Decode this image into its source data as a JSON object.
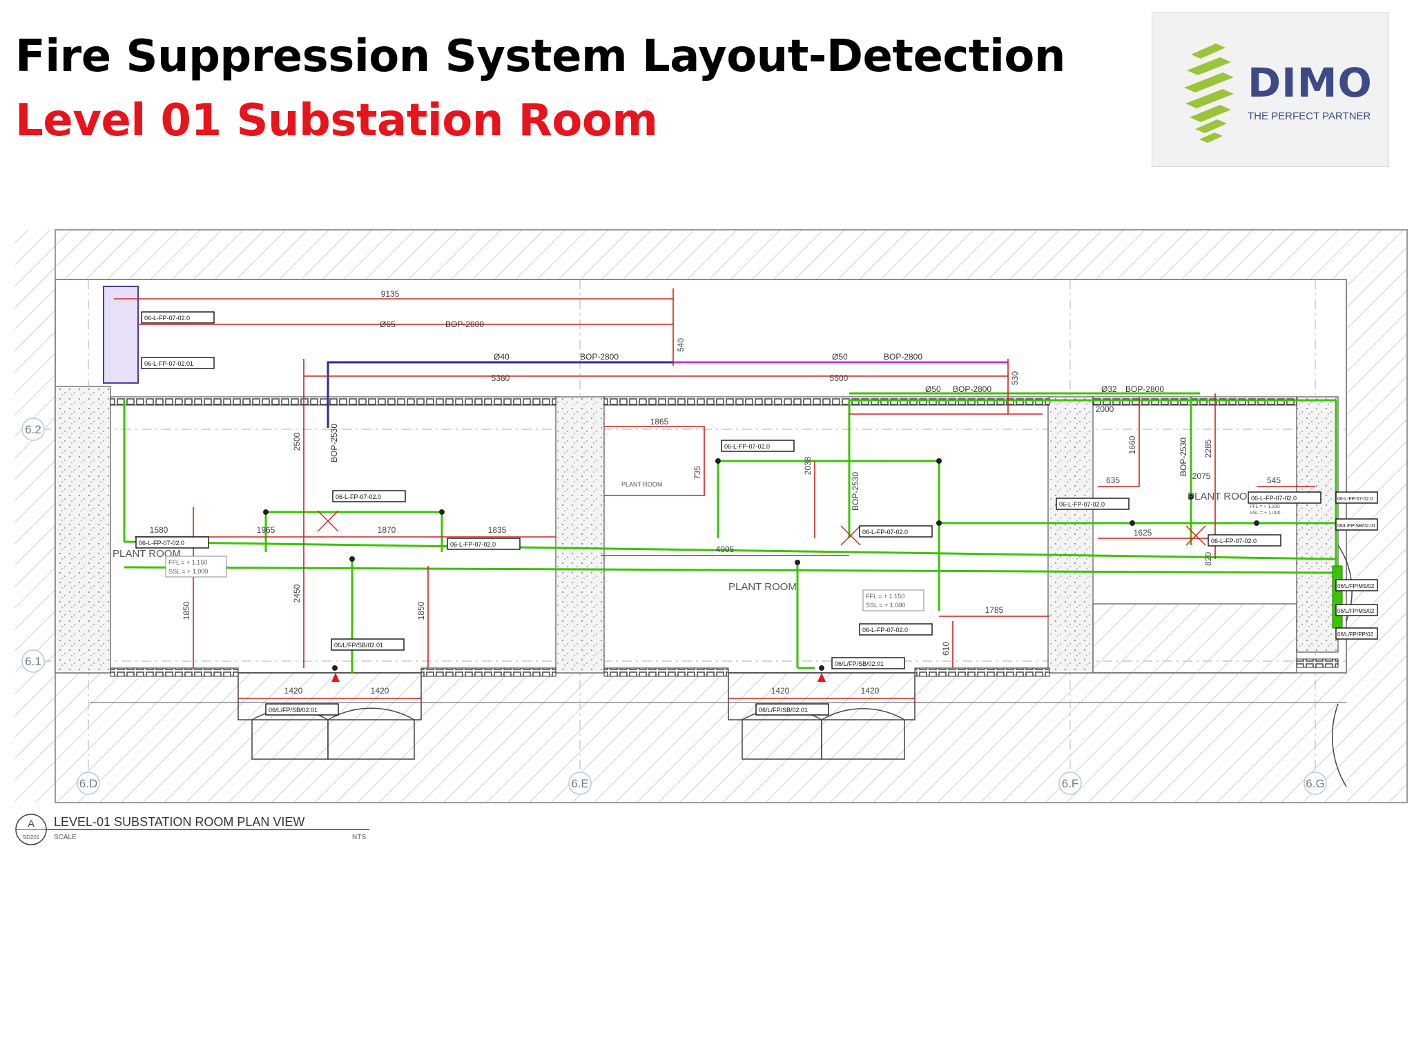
{
  "header": {
    "title": "Fire Suppression System Layout-Detection",
    "subtitle": "Level 01 Substation Room"
  },
  "logo": {
    "brand": "DIMO",
    "tagline": "THE PERFECT PARTNER",
    "brand_color": "#3d4a86",
    "mark_color": "#9bc43a"
  },
  "colors": {
    "title": "#000000",
    "subtitle": "#e8141b",
    "pipe_green": "#39c400",
    "dimension_red": "#d02020",
    "pipe_blue": "#2a2aa0",
    "pipe_magenta": "#cc33cc",
    "hatch": "#c8c8c8"
  },
  "plan": {
    "grid": {
      "row_top": "6.2",
      "row_bottom": "6.1",
      "col_1": "6.D",
      "col_2": "6.E",
      "col_3": "6.F",
      "col_4": "6.G"
    },
    "rooms": {
      "plant_room_1": "PLANT ROOM",
      "plant_room_2": "PLANT ROOM",
      "plant_room_3": "PLANT ROOM",
      "plant_room_small": "PLANT ROOM"
    },
    "dimensions": {
      "d_9135": "9135",
      "d_5380": "5380",
      "d_5500": "5500",
      "d_1865": "1865",
      "d_1580": "1580",
      "d_1965": "1965",
      "d_1870": "1870",
      "d_1835": "1835",
      "d_4005": "4005",
      "d_1785": "1785",
      "d_635": "635",
      "d_545": "545",
      "d_1625": "1625",
      "d_2075": "2075",
      "d_2000": "2000",
      "d_1420_a": "1420",
      "d_1420_b": "1420",
      "d_1420_c": "1420",
      "d_1420_d": "1420",
      "d_2450": "2450",
      "d_1850_a": "1850",
      "d_1850_b": "1850",
      "d_735": "735",
      "d_2285": "2285",
      "d_1660": "1660",
      "d_820": "820",
      "d_610": "610",
      "d_2500": "2500",
      "d_2038": "2038",
      "d_540": "540",
      "d_530": "530"
    },
    "pipes": {
      "p_d65": "Ø65",
      "p_bop2800_a": "BOP-2800",
      "p_d40": "Ø40",
      "p_bop2800_b": "BOP-2800",
      "p_d50_a": "Ø50",
      "p_bop2800_c": "BOP-2800",
      "p_d50_b": "Ø50",
      "p_bop2800_d": "BOP-2800",
      "p_d32": "Ø32",
      "p_bop2800_e": "BOP-2800",
      "p_bop2530_a": "BOP-2530",
      "p_bop2530_b": "BOP-2530",
      "p_bop2530_c": "BOP-2530"
    },
    "tags": {
      "t1": "06-L-FP-07-02.0",
      "t2": "06-L-FP-07-02.01",
      "t3": "06-L-FP-07-02.0",
      "t4": "06-L-FP-07-02.0",
      "t5": "06-L-FP-07-02.0",
      "t6": "06-L-FP-07-02.0",
      "t7": "06-L-FP-07-02.0",
      "t8": "06-L-FP-07-02.0",
      "t9": "06-L-FP-07-02.0",
      "t10": "06-L-FP-07-02.0",
      "t11": "06-L-FP-07-02.0",
      "t12": "06-L-FP-07-02.0",
      "t13": "06/L/FP/SB/02.01",
      "t14": "06/L/FP/SB/02.01",
      "t15": "06/L/FP/SB/02.01",
      "t16": "06/L/FP/SB/02.01",
      "t17": "06/L/FP/SB/02.01",
      "t18": "06/L/FP/MS/02",
      "t19": "06/L/FP/MS/02",
      "t20": "06/L/FP/PP/02"
    },
    "level_notes": {
      "n1": "FFL = + 1.150",
      "n2": "SSL = + 1.000",
      "n3": "FFL = + 1.150",
      "n4": "SSL = + 1.000",
      "n5": "FFL = + 1.150",
      "n6": "SSL = + 1.000"
    },
    "title_block": {
      "marker": "A",
      "sheet": "SD201",
      "view_title": "LEVEL-01 SUBSTATION ROOM PLAN VIEW",
      "scale_label": "SCALE",
      "scale_value": "NTS"
    }
  }
}
